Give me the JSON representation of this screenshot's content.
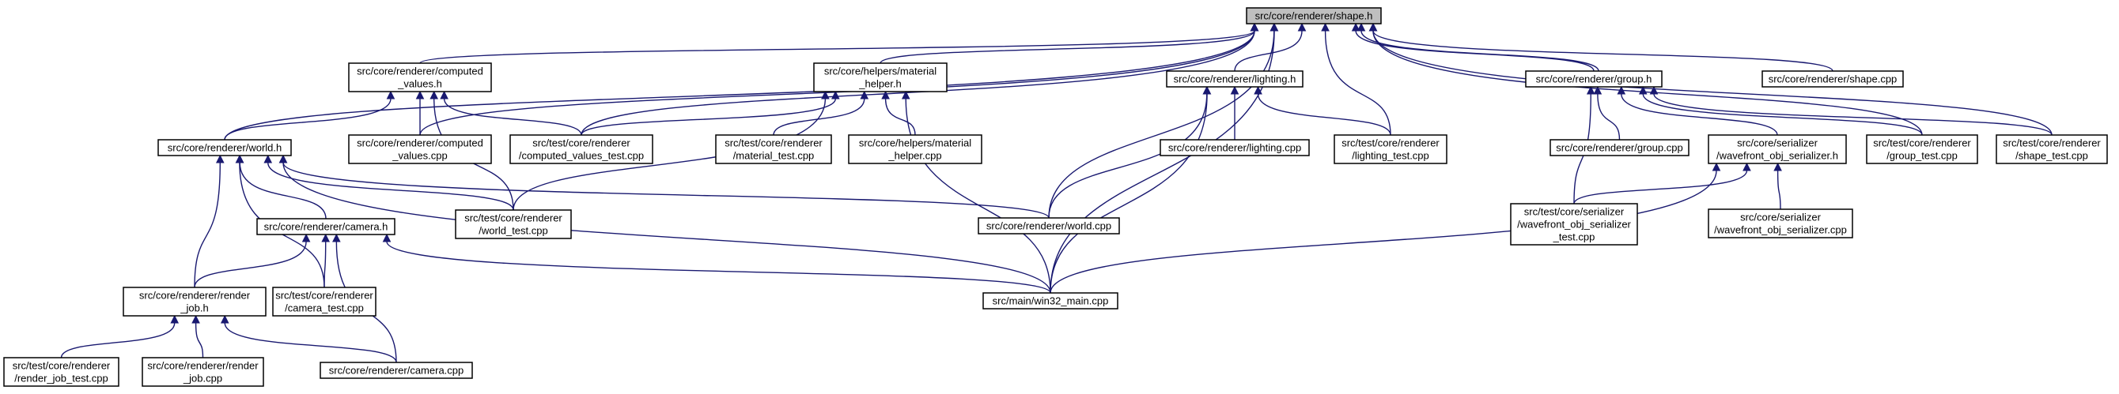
{
  "graph": {
    "colors": {
      "edge": "#191970",
      "root_fill": "#bfbfbf",
      "node_fill": "#ffffff",
      "node_border": "#000000"
    },
    "nodes": [
      {
        "id": "shape_h",
        "lines": [
          "src/core/renderer/shape.h"
        ],
        "root": true
      },
      {
        "id": "computed_values_h",
        "lines": [
          "src/core/renderer/computed",
          "_values.h"
        ]
      },
      {
        "id": "material_helper_h",
        "lines": [
          "src/core/helpers/material",
          "_helper.h"
        ]
      },
      {
        "id": "lighting_h",
        "lines": [
          "src/core/renderer/lighting.h"
        ]
      },
      {
        "id": "group_h",
        "lines": [
          "src/core/renderer/group.h"
        ]
      },
      {
        "id": "shape_cpp",
        "lines": [
          "src/core/renderer/shape.cpp"
        ]
      },
      {
        "id": "world_h",
        "lines": [
          "src/core/renderer/world.h"
        ]
      },
      {
        "id": "computed_values_cpp",
        "lines": [
          "src/core/renderer/computed",
          "_values.cpp"
        ]
      },
      {
        "id": "computed_values_test",
        "lines": [
          "src/test/core/renderer",
          "/computed_values_test.cpp"
        ]
      },
      {
        "id": "material_test",
        "lines": [
          "src/test/core/renderer",
          "/material_test.cpp"
        ]
      },
      {
        "id": "material_helper_cpp",
        "lines": [
          "src/core/helpers/material",
          "_helper.cpp"
        ]
      },
      {
        "id": "lighting_cpp",
        "lines": [
          "src/core/renderer/lighting.cpp"
        ]
      },
      {
        "id": "lighting_test",
        "lines": [
          "src/test/core/renderer",
          "/lighting_test.cpp"
        ]
      },
      {
        "id": "group_cpp",
        "lines": [
          "src/core/renderer/group.cpp"
        ]
      },
      {
        "id": "wavefront_h",
        "lines": [
          "src/core/serializer",
          "/wavefront_obj_serializer.h"
        ]
      },
      {
        "id": "group_test",
        "lines": [
          "src/test/core/renderer",
          "/group_test.cpp"
        ]
      },
      {
        "id": "shape_test",
        "lines": [
          "src/test/core/renderer",
          "/shape_test.cpp"
        ]
      },
      {
        "id": "camera_h",
        "lines": [
          "src/core/renderer/camera.h"
        ]
      },
      {
        "id": "world_test",
        "lines": [
          "src/test/core/renderer",
          "/world_test.cpp"
        ]
      },
      {
        "id": "world_cpp",
        "lines": [
          "src/core/renderer/world.cpp"
        ]
      },
      {
        "id": "wavefront_test",
        "lines": [
          "src/test/core/serializer",
          "/wavefront_obj_serializer",
          "_test.cpp"
        ]
      },
      {
        "id": "wavefront_cpp",
        "lines": [
          "src/core/serializer",
          "/wavefront_obj_serializer.cpp"
        ]
      },
      {
        "id": "render_job_h",
        "lines": [
          "src/core/renderer/render",
          "_job.h"
        ]
      },
      {
        "id": "camera_test",
        "lines": [
          "src/test/core/renderer",
          "/camera_test.cpp"
        ]
      },
      {
        "id": "win32_main",
        "lines": [
          "src/main/win32_main.cpp"
        ]
      },
      {
        "id": "render_job_test",
        "lines": [
          "src/test/core/renderer",
          "/render_job_test.cpp"
        ]
      },
      {
        "id": "render_job_cpp",
        "lines": [
          "src/core/renderer/render",
          "_job.cpp"
        ]
      },
      {
        "id": "camera_cpp",
        "lines": [
          "src/core/renderer/camera.cpp"
        ]
      }
    ],
    "edges": [
      {
        "from": "computed_values_h",
        "to": "shape_h"
      },
      {
        "from": "material_helper_h",
        "to": "shape_h"
      },
      {
        "from": "lighting_h",
        "to": "shape_h"
      },
      {
        "from": "group_h",
        "to": "shape_h"
      },
      {
        "from": "shape_cpp",
        "to": "shape_h"
      },
      {
        "from": "world_h",
        "to": "shape_h"
      },
      {
        "from": "computed_values_cpp",
        "to": "shape_h"
      },
      {
        "from": "computed_values_test",
        "to": "shape_h"
      },
      {
        "from": "lighting_test",
        "to": "shape_h"
      },
      {
        "from": "group_test",
        "to": "shape_h"
      },
      {
        "from": "shape_test",
        "to": "shape_h"
      },
      {
        "from": "world_cpp",
        "to": "shape_h"
      },
      {
        "from": "win32_main",
        "to": "shape_h"
      },
      {
        "from": "group_h",
        "to": "shape_h"
      },
      {
        "from": "world_h",
        "to": "computed_values_h"
      },
      {
        "from": "computed_values_cpp",
        "to": "computed_values_h"
      },
      {
        "from": "computed_values_test",
        "to": "computed_values_h"
      },
      {
        "from": "world_test",
        "to": "computed_values_h"
      },
      {
        "from": "computed_values_test",
        "to": "material_helper_h"
      },
      {
        "from": "material_test",
        "to": "material_helper_h"
      },
      {
        "from": "material_helper_cpp",
        "to": "material_helper_h"
      },
      {
        "from": "world_test",
        "to": "material_helper_h"
      },
      {
        "from": "win32_main",
        "to": "material_helper_h"
      },
      {
        "from": "lighting_cpp",
        "to": "lighting_h"
      },
      {
        "from": "lighting_test",
        "to": "lighting_h"
      },
      {
        "from": "world_cpp",
        "to": "lighting_h"
      },
      {
        "from": "win32_main",
        "to": "lighting_h"
      },
      {
        "from": "group_cpp",
        "to": "group_h"
      },
      {
        "from": "wavefront_h",
        "to": "group_h"
      },
      {
        "from": "group_test",
        "to": "group_h"
      },
      {
        "from": "shape_test",
        "to": "group_h"
      },
      {
        "from": "wavefront_test",
        "to": "group_h"
      },
      {
        "from": "camera_h",
        "to": "world_h"
      },
      {
        "from": "world_test",
        "to": "world_h"
      },
      {
        "from": "world_cpp",
        "to": "world_h"
      },
      {
        "from": "render_job_h",
        "to": "world_h"
      },
      {
        "from": "camera_test",
        "to": "world_h"
      },
      {
        "from": "win32_main",
        "to": "world_h"
      },
      {
        "from": "wavefront_test",
        "to": "wavefront_h"
      },
      {
        "from": "wavefront_cpp",
        "to": "wavefront_h"
      },
      {
        "from": "win32_main",
        "to": "wavefront_h"
      },
      {
        "from": "render_job_h",
        "to": "camera_h"
      },
      {
        "from": "camera_test",
        "to": "camera_h"
      },
      {
        "from": "win32_main",
        "to": "camera_h"
      },
      {
        "from": "camera_cpp",
        "to": "camera_h"
      },
      {
        "from": "render_job_test",
        "to": "render_job_h"
      },
      {
        "from": "render_job_cpp",
        "to": "render_job_h"
      },
      {
        "from": "camera_cpp",
        "to": "render_job_h"
      }
    ]
  }
}
